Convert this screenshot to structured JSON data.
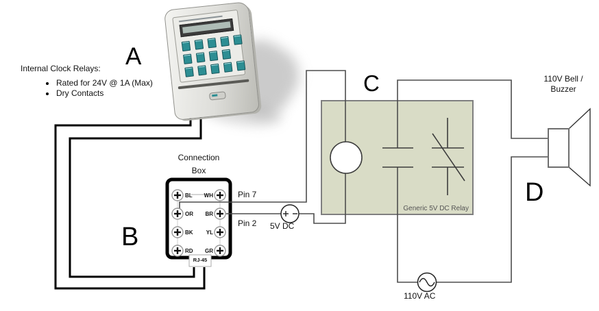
{
  "labels": {
    "a": "A",
    "b": "B",
    "c": "C",
    "d": "D"
  },
  "notes": {
    "title": "Internal Clock Relays:",
    "bullet1": "Rated for 24V @ 1A (Max)",
    "bullet2": "Dry Contacts"
  },
  "connection_box": {
    "title1": "Connection",
    "title2": "Box",
    "left": [
      "BL",
      "OR",
      "BK",
      "RD"
    ],
    "right": [
      "WH",
      "BR",
      "YL",
      "GR"
    ],
    "rj45": "RJ-45",
    "pin7": "Pin 7",
    "pin2": "Pin 2"
  },
  "power": {
    "dc": "5V DC",
    "ac": "110V AC"
  },
  "relay": {
    "caption": "Generic 5V DC Relay"
  },
  "bell": {
    "line1": "110V Bell /",
    "line2": "Buzzer"
  },
  "colors": {
    "relay_fill": "#d9dcc6",
    "relay_border": "#7f7f7f",
    "wire_thin": "#4d4d4d",
    "wire_thick": "#000000",
    "clock_key_teal": "#2d8e93"
  }
}
